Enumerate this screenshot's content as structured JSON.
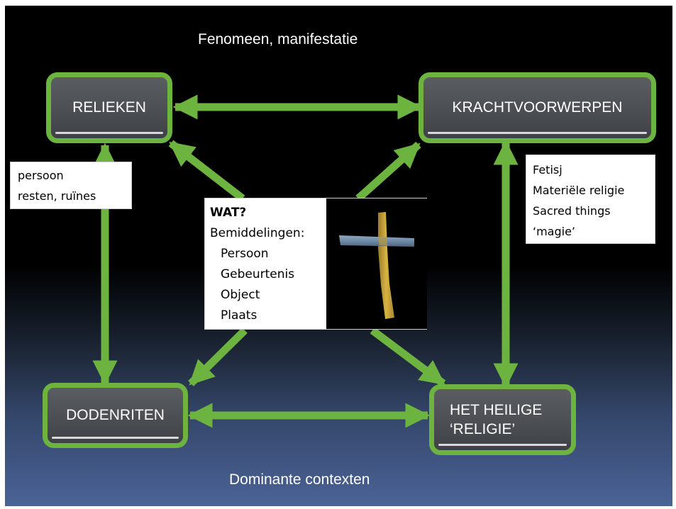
{
  "headings": {
    "top": "Fenomeen, manifestatie",
    "bottom": "Dominante contexten"
  },
  "nodes": {
    "relieken": "RELIEKEN",
    "krachtvoorwerpen": "KRACHTVOORWERPEN",
    "dodenriten": "DODENRITEN",
    "het_heilige": [
      "HET HEILIGE",
      "‘RELIGIE’"
    ]
  },
  "notes": {
    "left": [
      "persoon",
      "resten, ruïnes"
    ],
    "right": [
      "Fetisj",
      "Materiële religie",
      "Sacred things",
      "‘magie’"
    ]
  },
  "center": {
    "title": "WAT?",
    "subtitle": "Bemiddelingen:",
    "items": [
      "Persoon",
      "Gebeurtenis",
      "Object",
      "Plaats"
    ],
    "image": "cross-photo"
  },
  "colors": {
    "arrow": "#6cb33f",
    "node_fill": "#4a4d52",
    "background_top": "#000000",
    "background_bottom": "#4b6396"
  }
}
